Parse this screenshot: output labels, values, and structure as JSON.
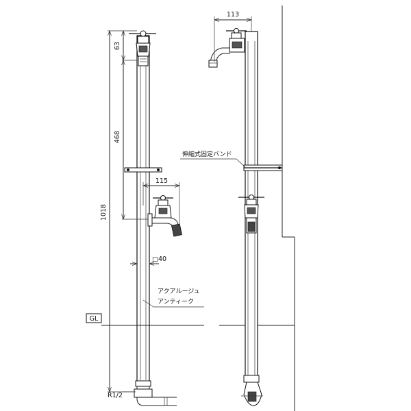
{
  "dimensions": {
    "faucet_offset_top": "113",
    "top_cap": "63",
    "spacing": "468",
    "total_height": "1018",
    "faucet_offset_lower": "115",
    "post_section": "□40",
    "pipe_thread": "R1/2"
  },
  "labels": {
    "band": "伸縮式固定バンド",
    "product_line1": "アクアルージュ",
    "product_line2": "アンティーク",
    "ground": "GL"
  }
}
